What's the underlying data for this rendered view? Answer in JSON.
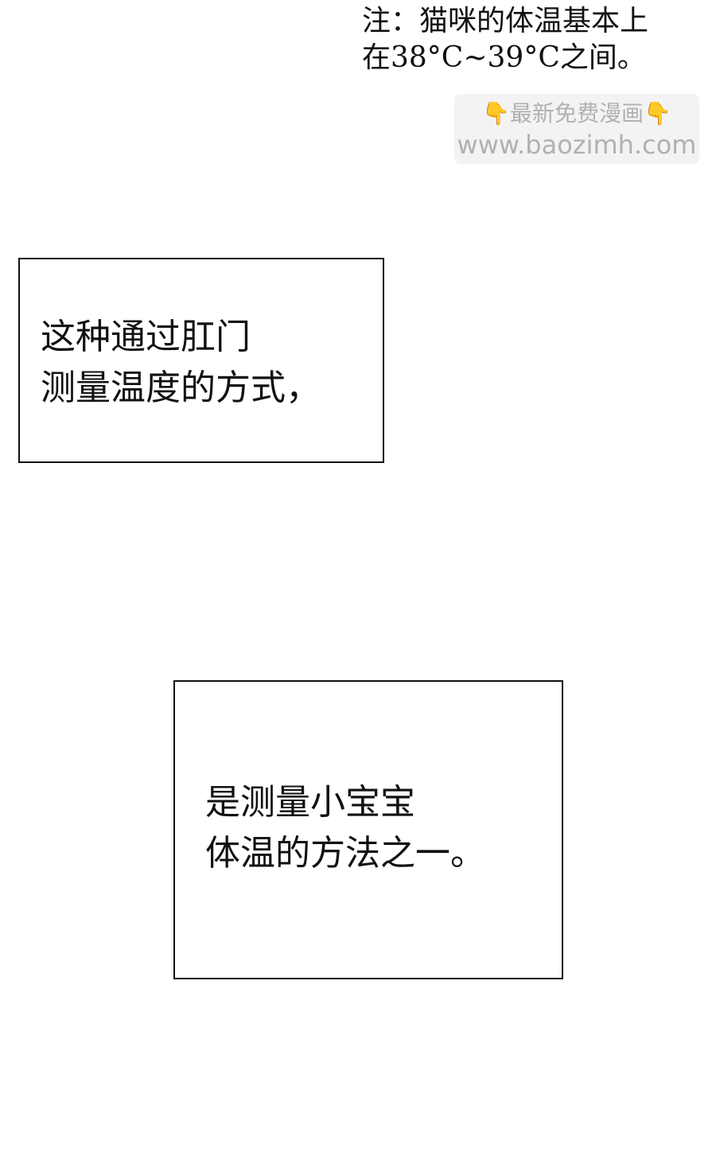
{
  "note": {
    "lines": [
      "注：猫咪的体温基本上",
      "在38°C~39°C之间。"
    ]
  },
  "watermark": {
    "line1": "最新免费漫画",
    "line2": "www.baozimh.com",
    "icon": "pointing-down-hand-icon"
  },
  "panels": [
    {
      "lines": [
        "这种通过肛门",
        "测量温度的方式，"
      ]
    },
    {
      "lines": [
        "是测量小宝宝",
        "体温的方法之一。"
      ]
    }
  ]
}
